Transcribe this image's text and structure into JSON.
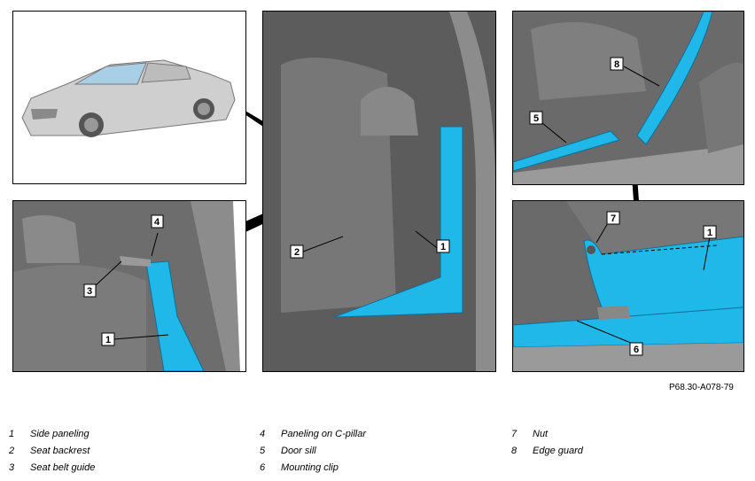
{
  "figure_ref": "P68.30-A078-79",
  "colors": {
    "highlight": "#1fb8e8",
    "part_gray": "#6e6e6e",
    "outline": "#000000"
  },
  "panels": {
    "overview": {
      "name": "vehicle-overview"
    },
    "center": {
      "callouts": [
        "1",
        "2"
      ]
    },
    "left_detail": {
      "callouts": [
        "4",
        "3",
        "1"
      ]
    },
    "top_right": {
      "callouts": [
        "8",
        "5"
      ]
    },
    "bottom_right": {
      "callouts": [
        "7",
        "1",
        "6"
      ]
    }
  },
  "legend": {
    "col1": [
      {
        "n": "1",
        "t": "Side paneling"
      },
      {
        "n": "2",
        "t": "Seat backrest"
      },
      {
        "n": "3",
        "t": "Seat belt guide"
      }
    ],
    "col2": [
      {
        "n": "4",
        "t": "Paneling on C-pillar"
      },
      {
        "n": "5",
        "t": "Door sill"
      },
      {
        "n": "6",
        "t": "Mounting clip"
      }
    ],
    "col3": [
      {
        "n": "7",
        "t": "Nut"
      },
      {
        "n": "8",
        "t": "Edge guard"
      }
    ]
  }
}
